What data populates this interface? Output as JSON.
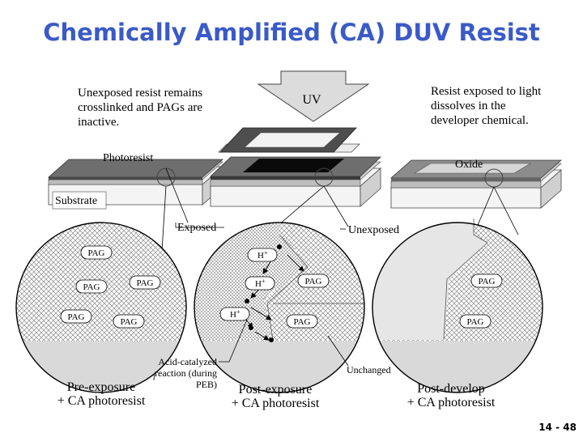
{
  "title": "Chemically Amplified (CA) DUV Resist",
  "uv_label": "UV",
  "note_unexposed": [
    "Unexposed resist remains",
    "crosslinked and PAGs are",
    "inactive."
  ],
  "note_exposed": [
    "Resist exposed to light",
    "dissolves in the",
    "developer chemical."
  ],
  "label_photoresist": "Photoresist",
  "label_oxide": "Oxide",
  "label_substrate": "Substrate",
  "label_exposed": "Exposed",
  "label_unexposed": "Unexposed",
  "pag": "PAG",
  "h_plus": "H",
  "h_sup": "+",
  "acid_note": [
    "Acid-catalyzed",
    "reaction (during",
    "PEB)"
  ],
  "label_unchanged": "Unchanged",
  "caption_pre": [
    "Pre-exposure",
    "+ CA photoresist"
  ],
  "caption_post": [
    "Post-exposure",
    "+ CA photoresist"
  ],
  "caption_develop": [
    "Post-develop",
    "+ CA photoresist"
  ],
  "slide_number": "14 - 48",
  "colors": {
    "title": "#3a5ac8",
    "resist": "#6e6e6e",
    "exposed_dark": "#0a0a0a",
    "oxide": "#cfcfcf",
    "substrate": "#f2f2f2",
    "circle_fill": "#e6e6e6"
  }
}
